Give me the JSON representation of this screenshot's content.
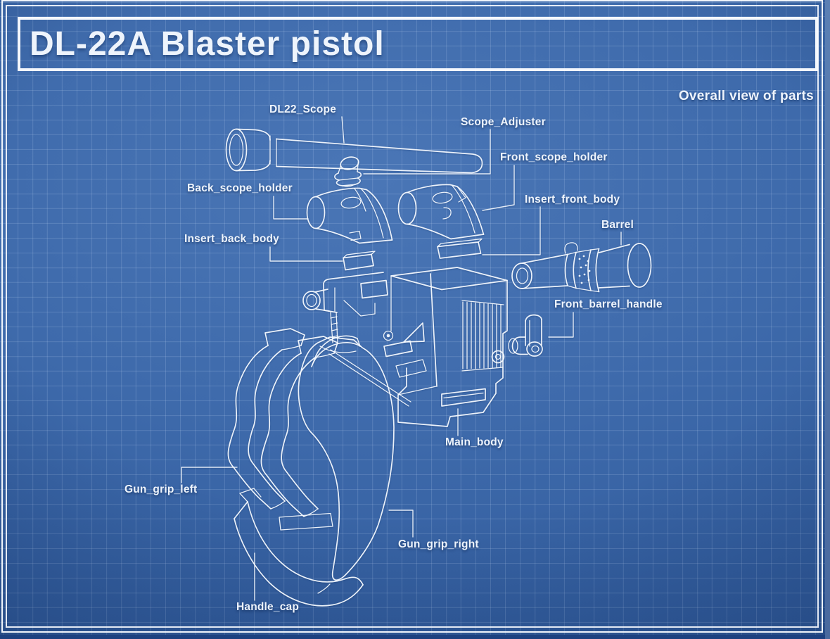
{
  "header": {
    "title": "DL-22A Blaster pistol",
    "caption": "Overall view of parts"
  },
  "diagram": {
    "type": "exploded-view blueprint",
    "subject": "DL-22A Blaster pistol",
    "parts": [
      "DL22_Scope",
      "Scope_Adjuster",
      "Front_scope_holder",
      "Back_scope_holder",
      "Insert_front_body",
      "Insert_back_body",
      "Barrel",
      "Front_barrel_handle",
      "Main_body",
      "Gun_grip_left",
      "Gun_grip_right",
      "Handle_cap"
    ]
  },
  "colors": {
    "bg-outer": "#1d4180",
    "bg-mid": "#3e6aab",
    "bg-light": "#4a76b6",
    "bg-dark": "#2b5494",
    "line": "#f6faff",
    "text": "#eef4fc"
  }
}
